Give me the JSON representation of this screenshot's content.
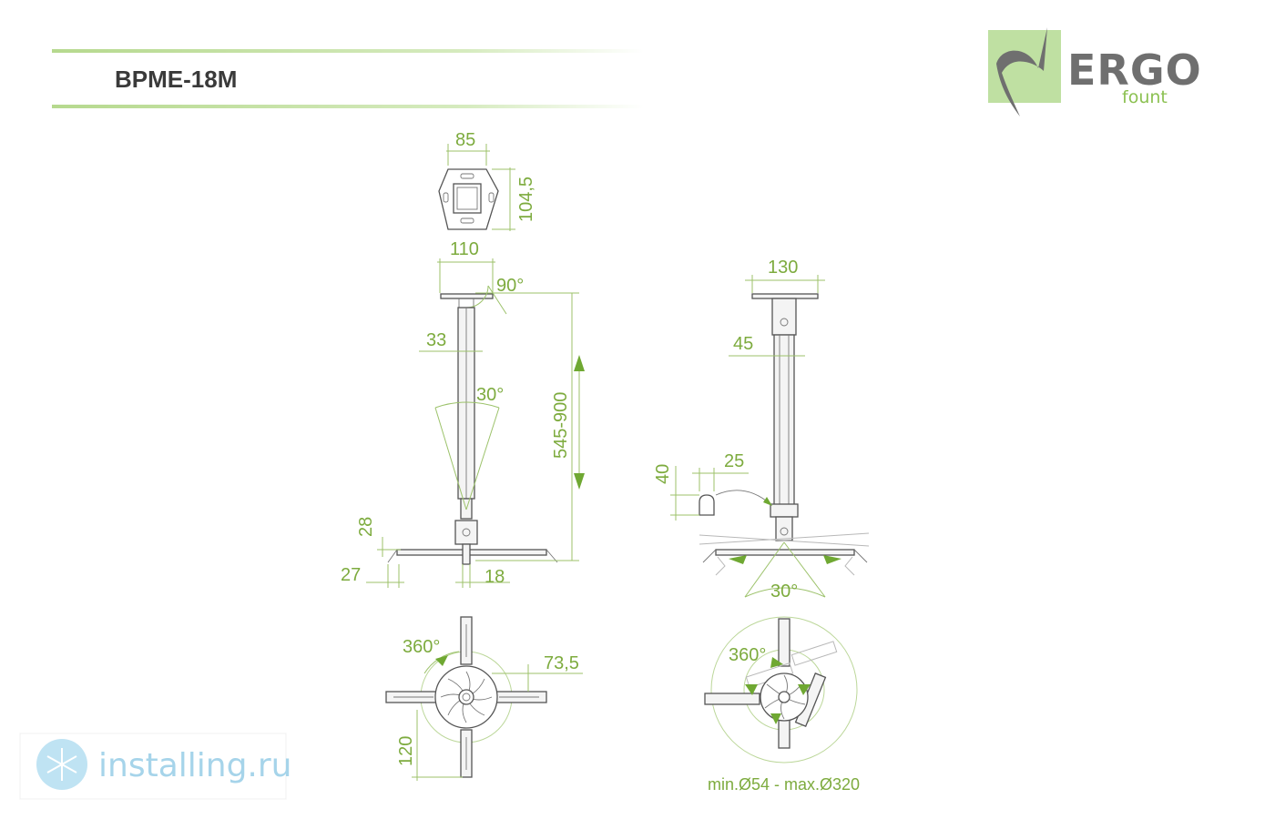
{
  "header": {
    "model": "BPME-18M"
  },
  "logo": {
    "brand": "ERGO",
    "sub": "fount",
    "colors": {
      "green": "#8cc152",
      "box": "#bfe0a2",
      "text": "#6f6f6f"
    }
  },
  "watermark": {
    "text": "installing.ru",
    "icon": "snowflake-globe-icon"
  },
  "front_view": {
    "plate_width": "85",
    "plate_height": "104,5",
    "ceiling_width": "110",
    "tilt_angle": "90°",
    "tube_width": "33",
    "swing_angle": "30°",
    "length_range": "545-900",
    "clamp_height": "28",
    "arm_offset": "27",
    "arm_width": "18"
  },
  "side_view": {
    "ceiling_width": "130",
    "tube_width": "45",
    "cap_height": "40",
    "cap_width": "25",
    "tilt_angle": "30°"
  },
  "bottom_view": {
    "rotation": "360°",
    "arm_length": "73,5",
    "arm_span": "120"
  },
  "bottom_view_2": {
    "rotation": "360°",
    "range": "min.Ø54 - max.Ø320"
  },
  "colors": {
    "dimension": "#7dab3e",
    "line": "#555555",
    "title": "#3a3a3a",
    "watermark": "#a6d4ea"
  }
}
